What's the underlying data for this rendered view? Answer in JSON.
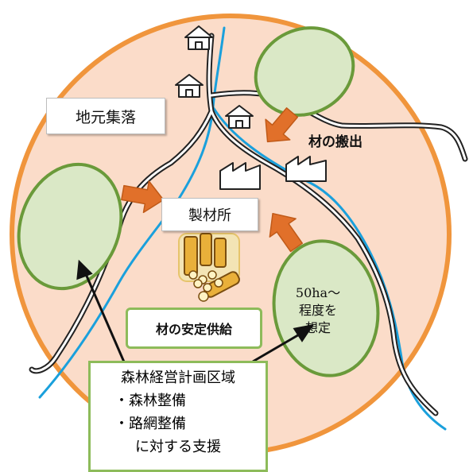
{
  "labels": {
    "village": "地元集落",
    "sawmill": "製材所",
    "haul_out": "材の搬出",
    "stable_supply": "材の安定供給",
    "scale_line1": "50ha～",
    "scale_line2": "程度を",
    "scale_line3": "想定"
  },
  "support_box": {
    "title": "森林経営計画区域",
    "item1": "・森林整備",
    "item2": "・路網整備",
    "footer": "に対する支援"
  },
  "colors": {
    "circle_fill": "#fbdcc9",
    "circle_border": "#f0953c",
    "forest_fill": "#dae8c6",
    "forest_border": "#6a9a3a",
    "arrow_fill": "#e1702a",
    "river": "#1aa0dc",
    "road": "#222222",
    "box_border": "#8dbb5a"
  }
}
